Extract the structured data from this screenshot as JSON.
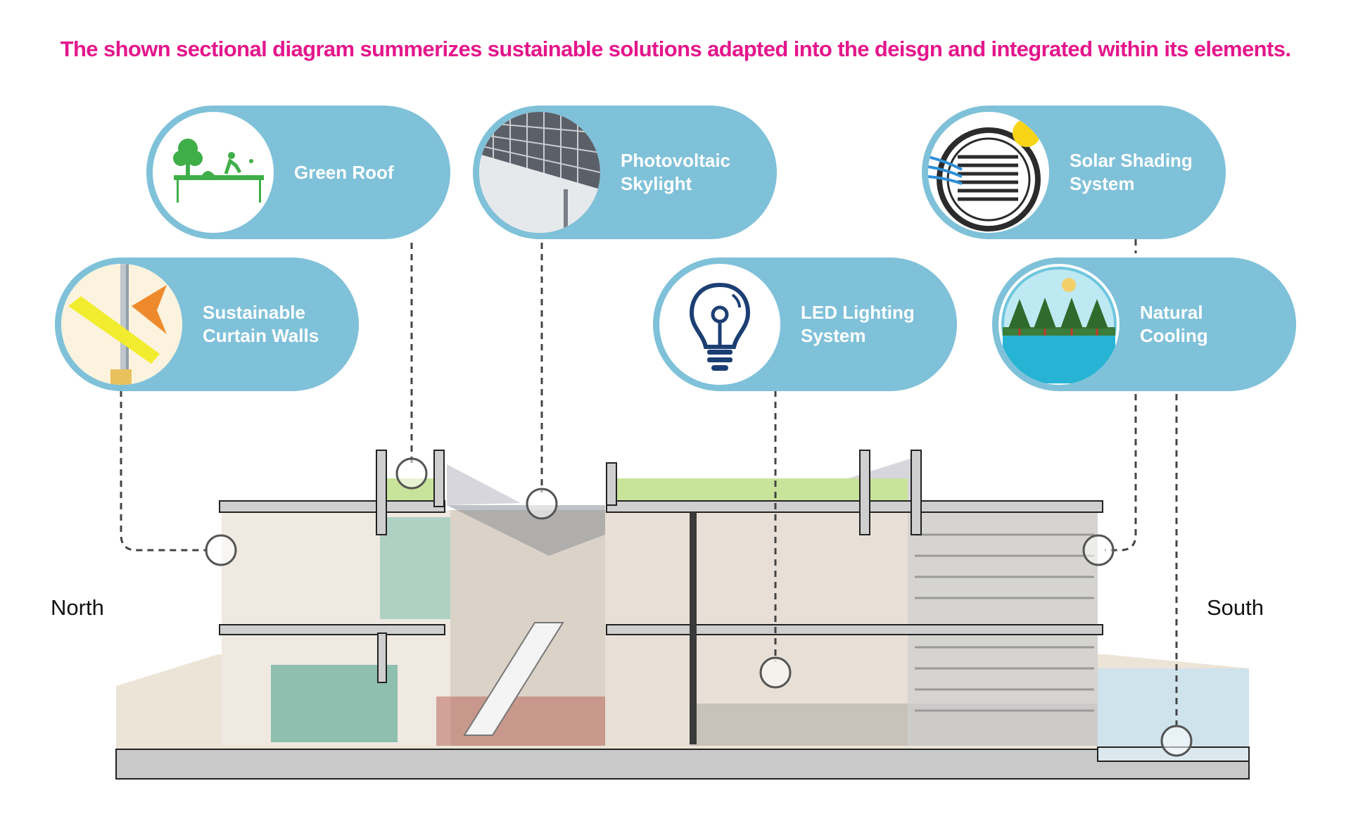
{
  "headline": "The shown sectional diagram summerizes sustainable solutions adapted into the deisgn and integrated within its elements.",
  "colors": {
    "headline": "#e4168c",
    "pill": "#7fc1d9",
    "green_roof": "#c8e39a",
    "leader": "#444444"
  },
  "features": {
    "green_roof": {
      "label": "Green Roof",
      "icon": "tree-gardener-icon"
    },
    "pv_skylight": {
      "label": "Photovoltaic\nSkylight",
      "icon": "solar-panel-grid-icon"
    },
    "solar_shading": {
      "label": "Solar  Shading\nSystem",
      "icon": "sun-louver-icon"
    },
    "curtain_walls": {
      "label": "Sustainable\nCurtain Walls",
      "icon": "sun-ray-wall-icon"
    },
    "led": {
      "label": "LED Lighting\nSystem",
      "icon": "lightbulb-icon"
    },
    "natural_cooling": {
      "label": "Natural\nCooling",
      "icon": "trees-water-icon"
    }
  },
  "orientation": {
    "north": "North",
    "south": "South"
  }
}
